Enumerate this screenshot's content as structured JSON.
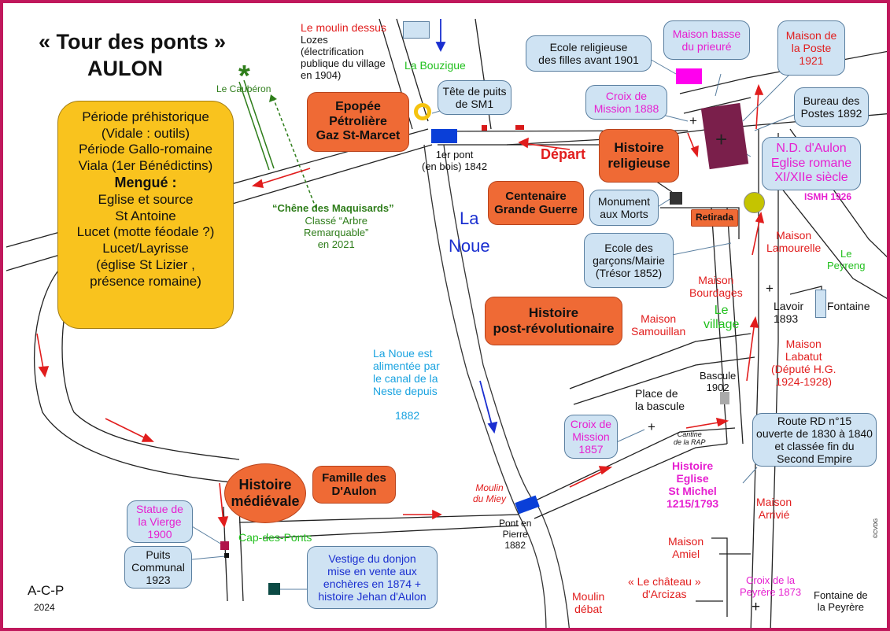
{
  "title": {
    "line1": "« Tour des ponts »",
    "line2": "AULON"
  },
  "credit": {
    "org": "A-C-P",
    "year": "2024",
    "side_mark": "©CVDG"
  },
  "legend_box": {
    "lines": [
      "Période préhistorique",
      "(Vidale : outils)",
      "Période Gallo-romaine",
      "Viala (1er Bénédictins)",
      "Mengué :",
      "Eglise et source",
      "St Antoine",
      "Lucet (motte féodale ?)",
      "Lucet/Layrisse",
      "(église St Lizier ,",
      "présence romaine)"
    ]
  },
  "history_boxes": {
    "epopee": "Epopée\nPétrolière\nGaz St-Marcet",
    "religieuse": "Histoire\nreligieuse",
    "centenaire": "Centenaire\nGrande Guerre",
    "post_rev": "Histoire\npost-révolutionaire",
    "medievale": "Histoire\nmédiévale",
    "famille": "Famille des\nD'Aulon",
    "retirada": "Retirada"
  },
  "callouts": {
    "ecole_filles": "Ecole religieuse\ndes filles avant 1901",
    "maison_basse": "Maison basse\ndu prieuré",
    "maison_poste": "Maison de\nla Poste\n1921",
    "bureau_postes": "Bureau des\nPostes 1892",
    "tete_puits": "Tête de puits\nde SM1",
    "croix_mission_1888": "Croix de\nMission 1888",
    "nd_aulon": "N.D. d'Aulon\nEglise romane\nXI/XIIe siècle",
    "monument": "Monument\naux Morts",
    "ecole_garcons": "Ecole des\ngarçons/Mairie\n(Trésor 1852)",
    "croix_mission_1857": "Croix de\nMission\n1857",
    "route_rd15": "Route RD n°15\nouverte de 1830 à 1840\net classée fin du\nSecond Empire",
    "statue_vierge": "Statue de\nla Vierge\n1900",
    "puits_communal": "Puits\nCommunal\n1923",
    "vestige_donjon": "Vestige du donjon\nmise en vente aux\nenchères en 1874 +\nhistoire Jehan d'Aulon"
  },
  "labels": {
    "moulin_dessus": "Le moulin dessus",
    "lozes": "Lozes\n(électrification\npublique du village\nen 1904)",
    "bouzigue": "La Bouzigue",
    "cauberon": "Le Caubéron",
    "chene_title": "“Chêne des Maquisards”",
    "chene_sub": "Classé “Arbre\nRemarquable”\nen 2021",
    "premier_pont": "1er pont\n(en bois) 1842",
    "depart": "Départ",
    "ismh": "ISMH 1926",
    "la_noue_river": "La\nNoue",
    "noue_canal": "La Noue est\nalimentée par\nle canal de la\nNeste depuis",
    "noue_year": "1882",
    "maison_lamourelle": "Maison\nLamourelle",
    "peyreng": "Le\nPeyreng",
    "maison_bourdages": "Maison\nBourdages",
    "le_village": "Le\nvillage",
    "maison_samouillan": "Maison\nSamouillan",
    "lavoir": "Lavoir\n1893",
    "fontaine": "Fontaine",
    "maison_labatut": "Maison\nLabatut\n(Député H.G.\n1924-1928)",
    "bascule": "Bascule\n1902",
    "place_bascule": "Place de\nla bascule",
    "cantine": "Cantine\nde la RAP",
    "histoire_eglise": "Histoire\nEglise\nSt Michel\n1215/1793",
    "moulin_miey": "Moulin\ndu Miey",
    "pont_pierre": "Pont en\nPierre\n1882",
    "cap_des_ponts": "Cap-des-Ponts",
    "maison_arrivie": "Maison\nArrivié",
    "maison_amiel": "Maison\nAmiel",
    "chateau": "« Le château »\nd'Arcizas",
    "croix_peyrere": "Croix de la\nPeyrère 1873",
    "fontaine_peyrere": "Fontaine de\nla Peyrère",
    "moulin_debat": "Moulin\ndébat"
  },
  "colors": {
    "frame": "#c0185c",
    "orange_box": "#ef6a35",
    "yellow_box": "#f9c31e",
    "callout": "#cfe3f3",
    "arrow_red": "#e11d1d",
    "arrow_blue": "#1a2fd0",
    "bridge_blue": "#0a3fd8",
    "church": "#7a1f4b",
    "maison_basse": "#ff00ee"
  }
}
